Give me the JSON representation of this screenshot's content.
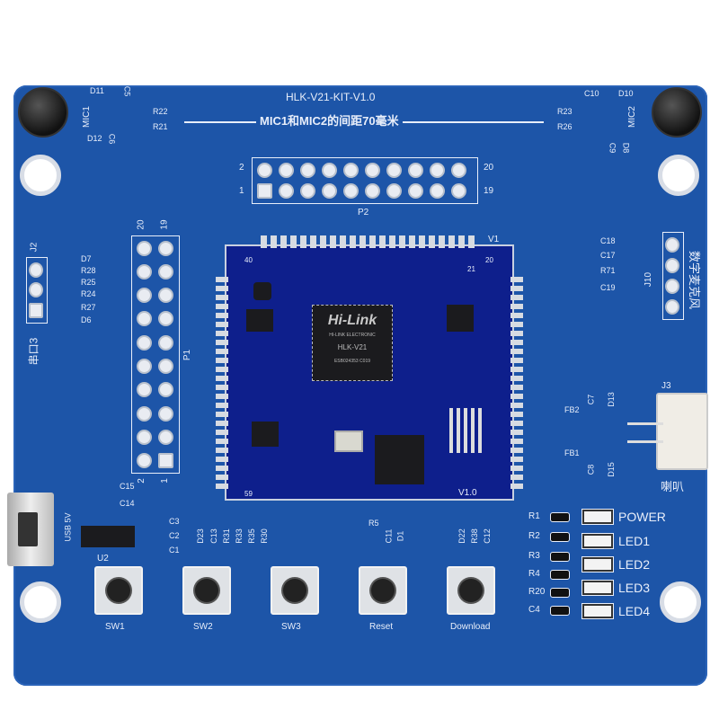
{
  "board": {
    "title": "HLK-V21-KIT-V1.0",
    "mic_distance_note": "MIC1和MIC2的间距70毫米",
    "mic1": "MIC1",
    "mic2": "MIC2",
    "p2": {
      "name": "P2",
      "labels": [
        "2",
        "1",
        "20",
        "19"
      ]
    },
    "p1": {
      "name": "P1",
      "labels": [
        "20",
        "19",
        "2",
        "1"
      ]
    },
    "j2": {
      "name": "J2",
      "caption": "串口3"
    },
    "j10": {
      "name": "J10",
      "caption": "数字麦克风"
    },
    "j3": {
      "name": "J3",
      "caption": "喇叭"
    },
    "usb": "USB 5V",
    "u2": "U2",
    "module": {
      "name": "V1",
      "version": "V1.0",
      "pin40": "40",
      "pin20": "20",
      "pin21": "21",
      "pin59": "59"
    },
    "chip": {
      "brand": "Hi-Link",
      "maker": "HI-LINK ELECTRONIC",
      "model": "HLK-V21",
      "code": "ESB024353   C019"
    },
    "buttons": [
      "SW1",
      "SW2",
      "SW3",
      "Reset",
      "Download"
    ],
    "leds": [
      "POWER",
      "LED1",
      "LED2",
      "LED3",
      "LED4"
    ],
    "led_resistors": [
      "R1",
      "R2",
      "R3",
      "R4",
      "R20",
      "C4"
    ],
    "components": [
      "D11",
      "C5",
      "R22",
      "R21",
      "D12",
      "C6",
      "C10",
      "D10",
      "R23",
      "R26",
      "C9",
      "D8",
      "C18",
      "C17",
      "R71",
      "C19",
      "D7",
      "R28",
      "R25",
      "R24",
      "R27",
      "D6",
      "C15",
      "C14",
      "C3",
      "C2",
      "C1",
      "D23",
      "C13",
      "R31",
      "R33",
      "R35",
      "R30",
      "R5",
      "C11",
      "D1",
      "D22",
      "R38",
      "C12",
      "FB2",
      "C7",
      "D13",
      "FB1",
      "C8",
      "D15"
    ]
  }
}
